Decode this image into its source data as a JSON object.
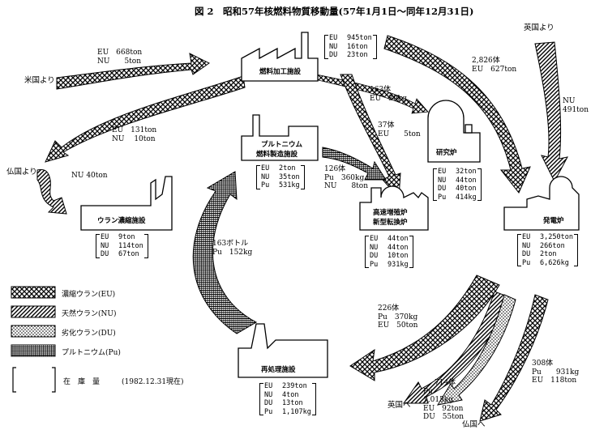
{
  "title": "図 2　昭和57年核燃料物質移動量(57年1月1日～同年12月31日)",
  "legend": {
    "eu": "濃縮ウラン(EU)",
    "nu": "天然ウラン(NU)",
    "du": "劣化ウラン(DU)",
    "pu": "プルトニウム(Pu)",
    "stock_label": "在　庫　量",
    "stock_date": "(1982.12.31現在)"
  },
  "origins": {
    "usa": "米国より",
    "france": "仏国より",
    "uk": "英国より"
  },
  "destinations": {
    "uk": "英国へ",
    "france": "仏国へ"
  },
  "facilities": {
    "fuel_fab": {
      "name": "燃料加工施設",
      "inventory": [
        [
          "EU",
          "945ton"
        ],
        [
          "NU",
          "16ton"
        ],
        [
          "DU",
          "23ton"
        ]
      ]
    },
    "pu_fab": {
      "name1": "プルトニウム",
      "name2": "燃料製造施設",
      "inventory": [
        [
          "EU",
          "2ton"
        ],
        [
          "NU",
          "35ton"
        ],
        [
          "Pu",
          "531kg"
        ]
      ]
    },
    "research": {
      "name": "研究炉",
      "inventory": [
        [
          "EU",
          "32ton"
        ],
        [
          "NU",
          "44ton"
        ],
        [
          "DU",
          "40ton"
        ],
        [
          "Pu",
          "414kg"
        ]
      ]
    },
    "fbr": {
      "name1": "高速増殖炉",
      "name2": "新型転換炉",
      "inventory": [
        [
          "EU",
          "44ton"
        ],
        [
          "NU",
          "44ton"
        ],
        [
          "DU",
          "10ton"
        ],
        [
          "Pu",
          "931kg"
        ]
      ]
    },
    "uranium_conv": {
      "name": "ウラン濃縮施設",
      "inventory": [
        [
          "EU",
          "9ton"
        ],
        [
          "NU",
          "114ton"
        ],
        [
          "DU",
          "67ton"
        ]
      ]
    },
    "power": {
      "name": "発電炉",
      "inventory": [
        [
          "EU",
          "3,250ton"
        ],
        [
          "NU",
          "266ton"
        ],
        [
          "DU",
          "2ton"
        ],
        [
          "Pu",
          "6,626kg"
        ]
      ]
    },
    "reprocessing": {
      "name": "再処理施設",
      "inventory": [
        [
          "EU",
          "239ton"
        ],
        [
          "NU",
          "4ton"
        ],
        [
          "DU",
          "13ton"
        ],
        [
          "Pu",
          "1,107kg"
        ]
      ]
    }
  },
  "flows": {
    "usa_to_fab": [
      "EU　668ton",
      "NU　　5ton"
    ],
    "fab_to_france": [
      "EU　131ton",
      "NU　 10ton"
    ],
    "france_nu": [
      "NU 40ton"
    ],
    "fab_to_power": [
      "2,826体",
      "EU　627ton"
    ],
    "uk_to_power": [
      "NU",
      "491ton"
    ],
    "fab_to_research": [
      "163体",
      "EU　30kg"
    ],
    "fab_to_fbr": [
      "37体",
      "EU　　5ton"
    ],
    "pu_to_fbr": [
      "126体",
      "Pu　360kg",
      "NU　　8ton"
    ],
    "repro_to_pu": [
      "163ボトル",
      "Pu　152kg"
    ],
    "power_to_repro": [
      "226体",
      "Pu　370kg",
      "EU　50ton"
    ],
    "to_uk": [
      "714体",
      "Pu",
      "1,015kg",
      "EU　92ton",
      "DU　55ton"
    ],
    "to_france": [
      "308体",
      "Pu　　931kg",
      "EU　118ton"
    ]
  },
  "colors": {
    "ink": "#000000",
    "paper": "#ffffff"
  }
}
